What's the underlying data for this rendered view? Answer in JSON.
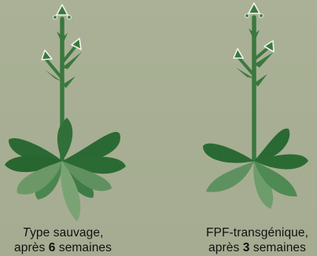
{
  "left": {
    "line1_italic": "T",
    "line1_rest": "ype sauvage,",
    "line2_pre": "après ",
    "line2_bold": "6",
    "line2_post": " semaines"
  },
  "right": {
    "line1": "FPF-transgénique,",
    "line2_pre": "après ",
    "line2_bold": "3",
    "line2_post": " semaines"
  },
  "colors": {
    "background": "#a9b095",
    "dark_leaf": "#2b6a35",
    "medium_leaf": "#3d7a43",
    "light_leaf": "#6f9a6a",
    "stem": "#3b7a3f",
    "flower_outline": "#f2f2ee"
  }
}
